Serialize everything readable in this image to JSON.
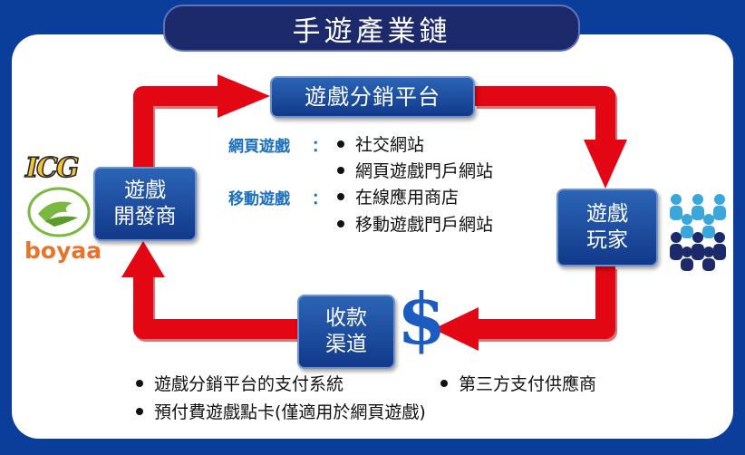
{
  "title": "手遊產業鏈",
  "nodes": {
    "distribution": "遊戲分銷平台",
    "developer": [
      "遊戲",
      "開發商"
    ],
    "player": [
      "遊戲",
      "玩家"
    ],
    "payment": [
      "收款",
      "渠道"
    ]
  },
  "distribution_details": {
    "web_category": "網頁遊戲",
    "web_items": [
      "社交網站",
      "網頁遊戲門戶網站"
    ],
    "mobile_category": "移動遊戲",
    "mobile_items": [
      "在線應用商店",
      "移動遊戲門戶網站"
    ],
    "separator": "："
  },
  "payment_details": [
    "遊戲分銷平台的支付系統",
    "第三方支付供應商",
    "預付費遊戲點卡(僅適用於網頁遊戲)"
  ],
  "logos": {
    "icg": "ICG",
    "boyaa": "boyaa"
  },
  "dollar_symbol": "$",
  "colors": {
    "background": "#0a3e9a",
    "arrow": "#e30613",
    "node": "#1a4a9c",
    "category_text": "#1b6fc0"
  }
}
